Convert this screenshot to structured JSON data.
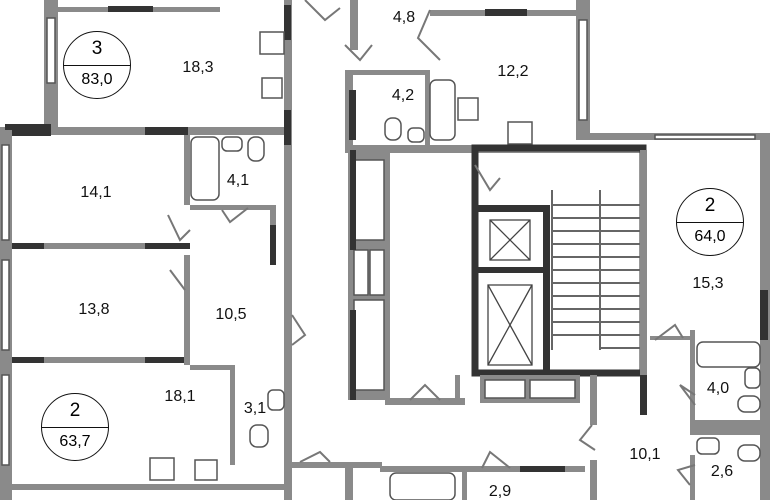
{
  "apartments": [
    {
      "rooms_count": "3",
      "total_area": "83,0"
    },
    {
      "rooms_count": "2",
      "total_area": "64,0"
    },
    {
      "rooms_count": "2",
      "total_area": "63,7"
    }
  ],
  "rooms": {
    "r18_3": "18,3",
    "r4_8": "4,8",
    "r12_2": "12,2",
    "r4_2": "4,2",
    "r14_1": "14,1",
    "r4_1": "4,1",
    "r15_3": "15,3",
    "r13_8": "13,8",
    "r10_5": "10,5",
    "r4_0": "4,0",
    "r18_1": "18,1",
    "r3_1": "3,1",
    "r10_1": "10,1",
    "r2_6": "2,6",
    "r2_9": "2,9"
  },
  "colors": {
    "wall": "#8a8a8a",
    "bearing_wall": "#333333"
  }
}
